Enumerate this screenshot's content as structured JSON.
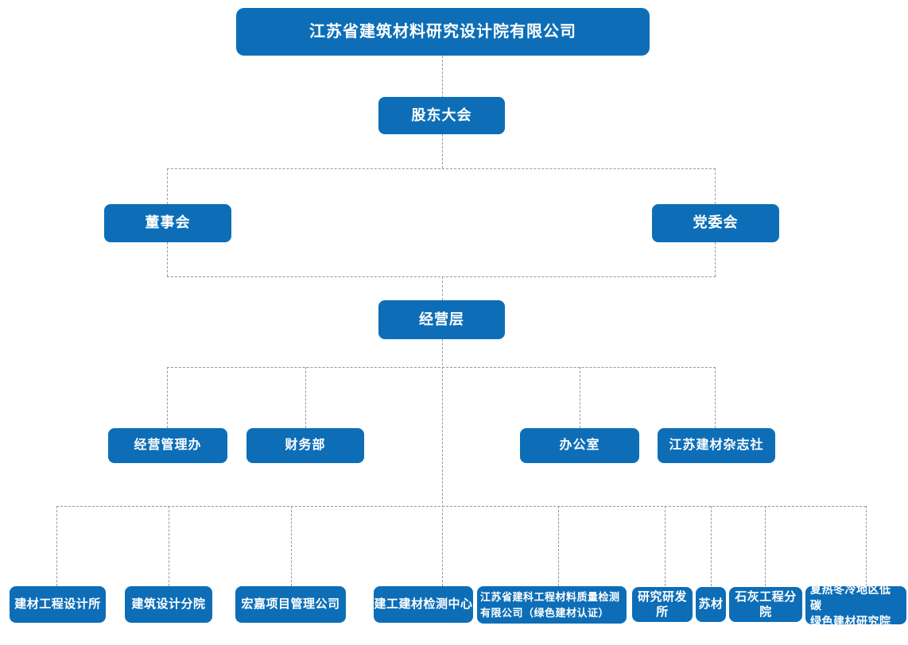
{
  "chart": {
    "type": "org-chart",
    "nodes": {
      "root": "江苏省建筑材料研究设计院有限公司",
      "shareholders": "股东大会",
      "board": "董事会",
      "party": "党委会",
      "management": "经营层"
    },
    "departments": [
      {
        "label": "经营管理办"
      },
      {
        "label": "财务部"
      },
      {
        "label": "办公室"
      },
      {
        "label": "江苏建材杂志社"
      }
    ],
    "subsidiaries": [
      {
        "label": "建材工程设计所"
      },
      {
        "label": "建筑设计分院"
      },
      {
        "label": "宏嘉项目管理公司"
      },
      {
        "label": "建工建材检测中心"
      },
      {
        "label": "江苏省建科工程材料质量检测\n有限公司（绿色建材认证）"
      },
      {
        "label": "研究研发所"
      },
      {
        "label": "苏材"
      },
      {
        "label": "石灰工程分院"
      },
      {
        "label": "夏热冬冷地区低碳\n绿色建材研究院"
      }
    ],
    "colors": {
      "node_blue": "#0d6eb7",
      "connector_gray": "#999999",
      "node_text": "#ffffff",
      "background": "#ffffff"
    }
  }
}
